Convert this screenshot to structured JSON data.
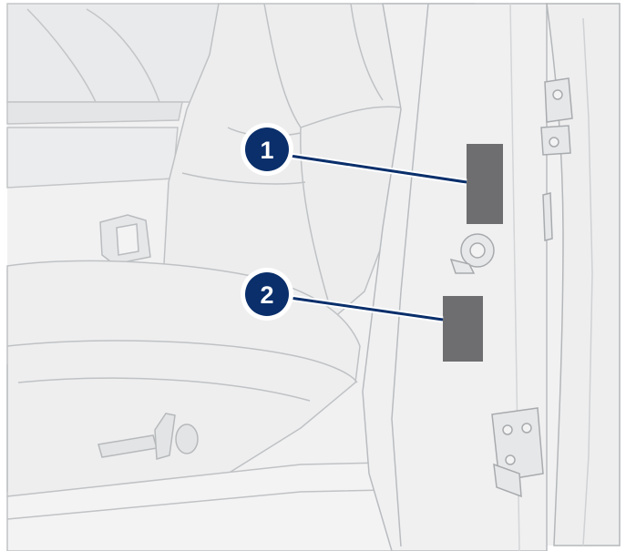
{
  "illustration": {
    "subject": "car-interior-seat-and-b-pillar-labels",
    "colors": {
      "background": "#ffffff",
      "line": "#b9bcbf",
      "surface": "#ececed",
      "shade": "#dcdedf",
      "label": "#6e6e70",
      "callout": "#0a2f6b",
      "callout_ring": "#ffffff"
    }
  },
  "callouts": [
    {
      "number": "1",
      "target": "upper-label"
    },
    {
      "number": "2",
      "target": "lower-label"
    }
  ]
}
